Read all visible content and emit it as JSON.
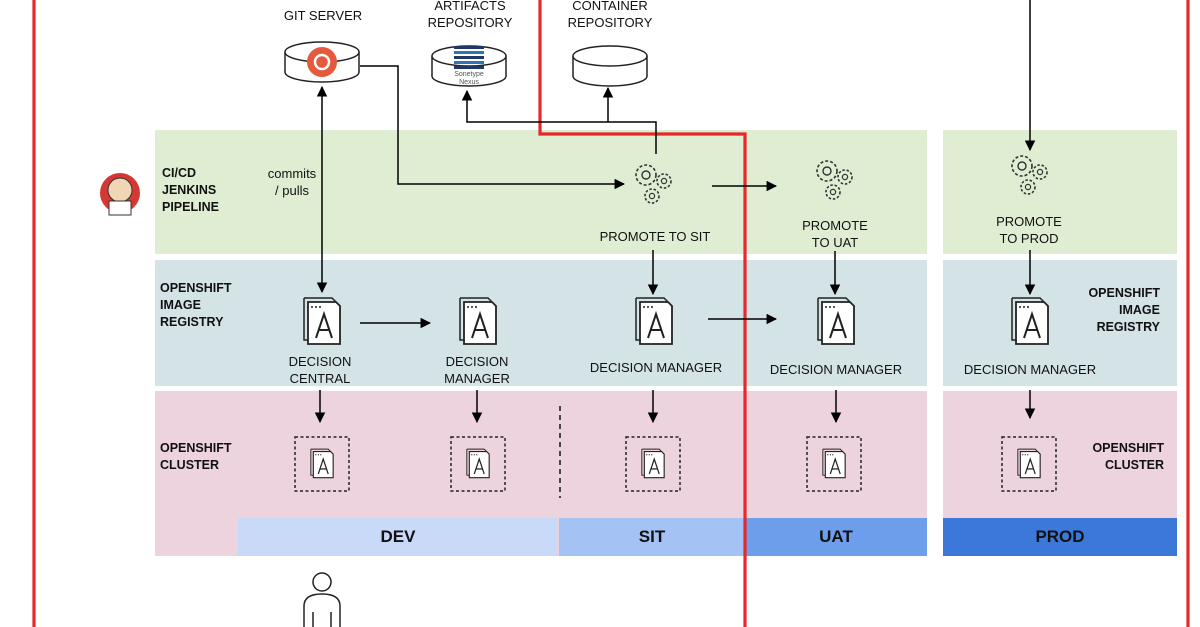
{
  "colors": {
    "cicd_band": "#dfeed2",
    "registry_band": "#d3e3e6",
    "cluster_band": "#ecd3dd",
    "dev": "#c9daf8",
    "sit": "#a4c2f4",
    "uat": "#6d9eeb",
    "prod": "#3c78d8",
    "boundary_line": "#e8272b"
  },
  "top_systems": {
    "git_server": "GIT SERVER",
    "artifacts": "ARTIFACTS\nREPOSITORY",
    "artifacts_logo": "Sonetype\nNexus",
    "container": "CONTAINER\nREPOSITORY"
  },
  "rows": {
    "cicd": "CI/CD\nJENKINS\nPIPELINE",
    "registry": "OPENSHIFT\nIMAGE\nREGISTRY",
    "cluster": "OPENSHIFT\nCLUSTER",
    "registry_prod": "OPENSHIFT\nIMAGE\nREGISTRY",
    "cluster_prod": "OPENSHIFT\nCLUSTER"
  },
  "annotations": {
    "commits": "commits\n/ pulls"
  },
  "pipeline_steps": {
    "sit": "PROMOTE TO SIT",
    "uat": "PROMOTE\nTO UAT",
    "prod": "PROMOTE\nTO PROD"
  },
  "images": {
    "decision_central": "DECISION\nCENTRAL",
    "dev_manager": "DECISION\nMANAGER",
    "sit_manager": "DECISION MANAGER",
    "uat_manager": "DECISION MANAGER",
    "prod_manager": "DECISION MANAGER"
  },
  "environments": {
    "dev": "DEV",
    "sit": "SIT",
    "uat": "UAT",
    "prod": "PROD"
  },
  "icons": [
    "git-icon",
    "database-icon",
    "gear-icon",
    "app-image-icon",
    "jenkins-icon",
    "person-icon"
  ]
}
